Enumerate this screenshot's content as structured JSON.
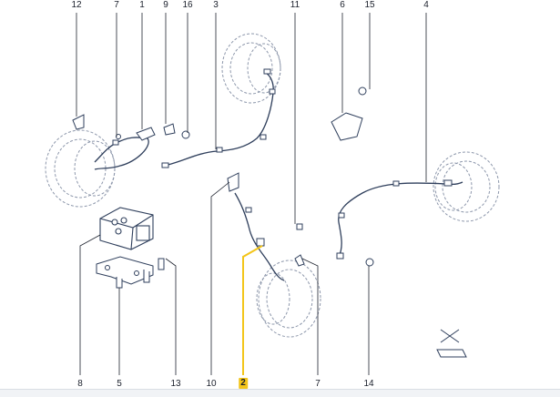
{
  "callouts_top": [
    "12",
    "7",
    "1",
    "9",
    "16",
    "3",
    "11",
    "6",
    "15",
    "4"
  ],
  "callouts_bottom": [
    "8",
    "5",
    "13",
    "10",
    "2",
    "7",
    "14"
  ],
  "highlighted_callout": "2",
  "colors": {
    "part_stroke": "#2f3f5c",
    "leader_line": "#1f2430",
    "wheel_stroke": "#8d97ab",
    "highlight": "#f3c51a",
    "background": "#ffffff"
  },
  "icons": {
    "abs_modulator": "hydraulic-unit-icon",
    "mounting_bracket": "bracket-icon",
    "wheel": "wheel-icon",
    "clip": "clip-icon",
    "bolt": "bolt-icon",
    "nut": "nut-icon"
  }
}
